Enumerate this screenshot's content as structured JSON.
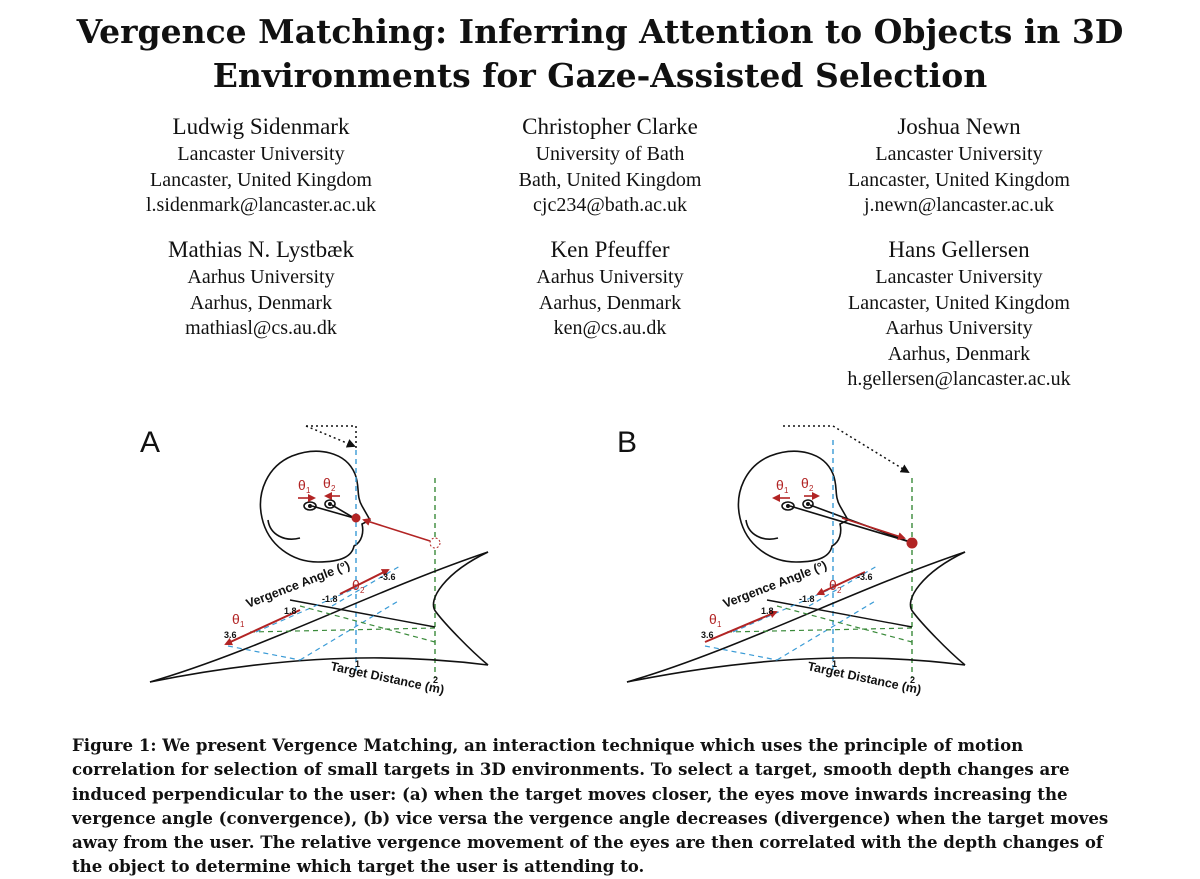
{
  "paper": {
    "title_line1": "Vergence Matching: Inferring Attention to Objects in 3D",
    "title_line2": "Environments for Gaze-Assisted Selection",
    "authors": [
      {
        "name": "Ludwig Sidenmark",
        "lines": [
          "Lancaster University",
          "Lancaster, United Kingdom",
          "l.sidenmark@lancaster.ac.uk"
        ]
      },
      {
        "name": "Christopher Clarke",
        "lines": [
          "University of Bath",
          "Bath, United Kingdom",
          "cjc234@bath.ac.uk"
        ]
      },
      {
        "name": "Joshua Newn",
        "lines": [
          "Lancaster University",
          "Lancaster, United Kingdom",
          "j.newn@lancaster.ac.uk"
        ]
      },
      {
        "name": "Mathias N. Lystbæk",
        "lines": [
          "Aarhus University",
          "Aarhus, Denmark",
          "mathiasl@cs.au.dk"
        ]
      },
      {
        "name": "Ken Pfeuffer",
        "lines": [
          "Aarhus University",
          "Aarhus, Denmark",
          "ken@cs.au.dk"
        ]
      },
      {
        "name": "Hans Gellersen",
        "lines": [
          "Lancaster University",
          "Lancaster, United Kingdom",
          "Aarhus University",
          "Aarhus, Denmark",
          "h.gellersen@lancaster.ac.uk"
        ]
      }
    ]
  },
  "figure": {
    "panels": [
      {
        "label": "A",
        "theta1": "θ",
        "sub1": "1",
        "theta2": "θ",
        "sub2": "2"
      },
      {
        "label": "B",
        "theta1": "θ",
        "sub1": "1",
        "theta2": "θ",
        "sub2": "2"
      }
    ],
    "vergence_axis_label": "Vergence Angle (°)",
    "distance_axis_label": "Target Distance (m)",
    "vergence_ticks": [
      "3.6",
      "1.8",
      "-1.8",
      "-3.6"
    ],
    "distance_ticks": [
      "1",
      "2"
    ],
    "caption": "Figure 1: We present Vergence Matching, an interaction technique which uses the principle of motion correlation for selection of small targets in 3D environments. To select a target, smooth depth changes are induced perpendicular to the user: (a) when the target moves closer, the eyes move inwards increasing the vergence angle (convergence), (b) vice versa the vergence angle decreases (divergence) when the target moves away from the user. The relative vergence movement of the eyes are then correlated with the depth changes of the object to determine which target the user is attending to.",
    "colors": {
      "red": "#b22424",
      "blue": "#3a9bd6",
      "green": "#3a8a3a"
    }
  }
}
